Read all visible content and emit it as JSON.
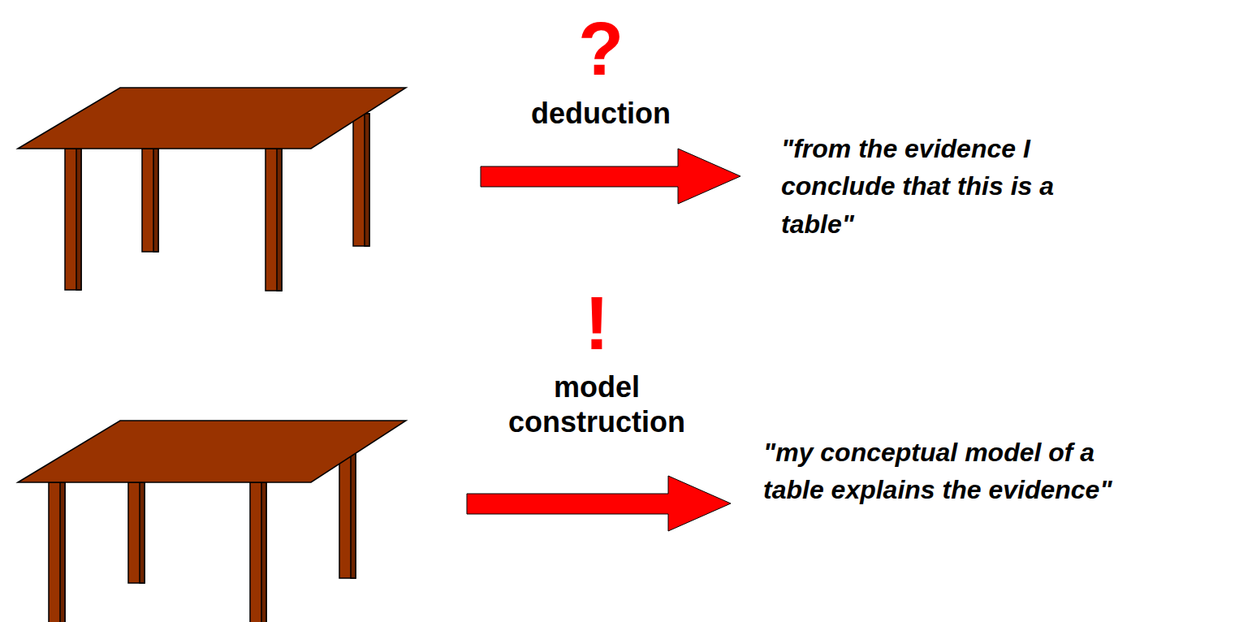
{
  "diagram": {
    "labels": [
      "?",
      "deduction",
      "\"from the evidence I conclude that this is a table\"",
      "!",
      "model construction",
      "\"my conceptual model of a table explains the evidence\""
    ]
  }
}
